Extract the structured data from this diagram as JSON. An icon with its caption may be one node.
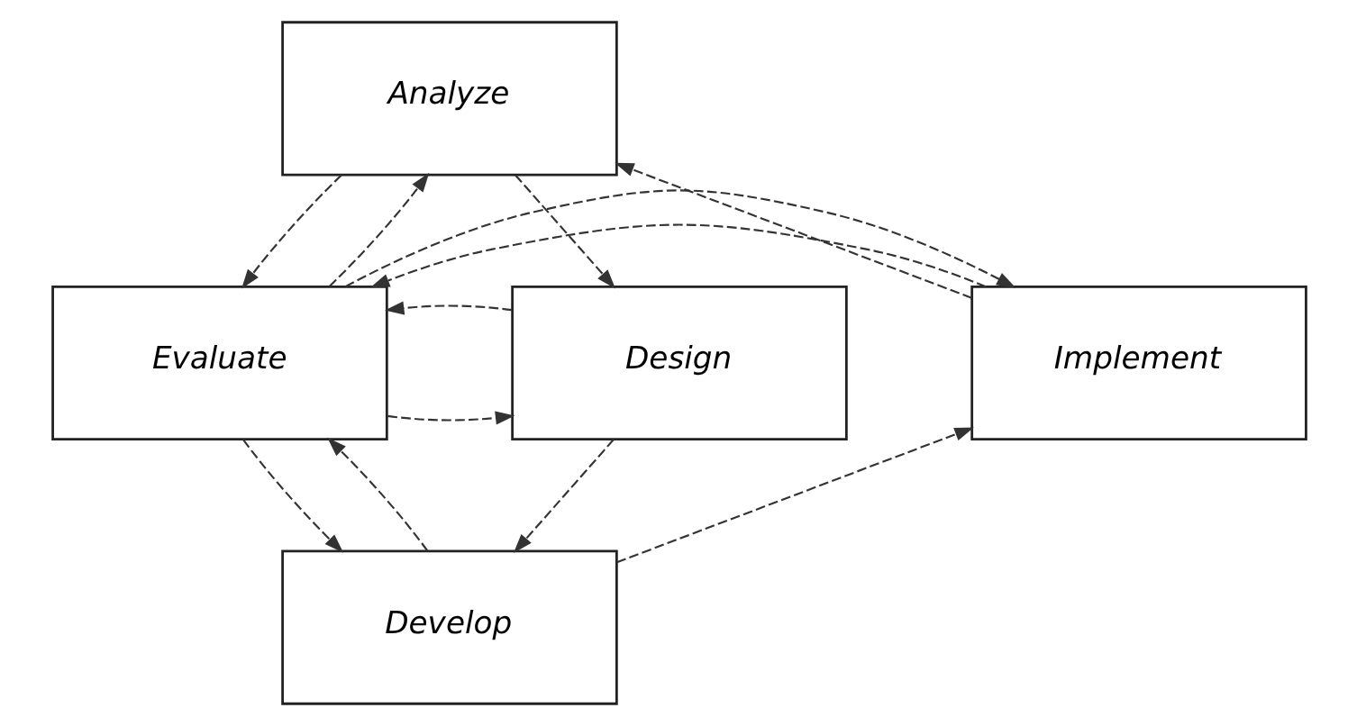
{
  "diagram": {
    "nodes": [
      {
        "text": [
          "Analyze"
        ]
      },
      {
        "text": [
          "Implement"
        ]
      },
      {
        "text": [
          "Evaluate"
        ]
      },
      {
        "text": [
          "Design"
        ]
      },
      {
        "text": [
          "Develop"
        ]
      }
    ],
    "edges": [
      {
        "from": 0,
        "to": 3,
        "arrow": "to",
        "style": "dashed"
      },
      {
        "from": 3,
        "to": 4,
        "arrow": "to",
        "style": "dashed"
      },
      {
        "from": 4,
        "to": 1,
        "arrow": "to",
        "style": "dashed"
      },
      {
        "from": 1,
        "to": 0,
        "arrow": "to",
        "style": "dashed"
      },
      {
        "from": 0,
        "to": 2,
        "arrow": "to",
        "style": "dashed"
      },
      {
        "from": 2,
        "to": 0,
        "arrow": "to",
        "style": "dashed"
      },
      {
        "from": 1,
        "to": 2,
        "arrow": "to",
        "style": "dashed"
      },
      {
        "from": 2,
        "to": 1,
        "arrow": "to",
        "style": "dashed"
      },
      {
        "from": 2,
        "to": 3,
        "arrow": "to",
        "style": "dashed"
      },
      {
        "from": 3,
        "to": 2,
        "arrow": "to",
        "style": "dashed"
      },
      {
        "from": 2,
        "to": 4,
        "arrow": "to",
        "style": "dashed"
      },
      {
        "from": 4,
        "to": 2,
        "arrow": "to",
        "style": "dashed"
      }
    ]
  }
}
